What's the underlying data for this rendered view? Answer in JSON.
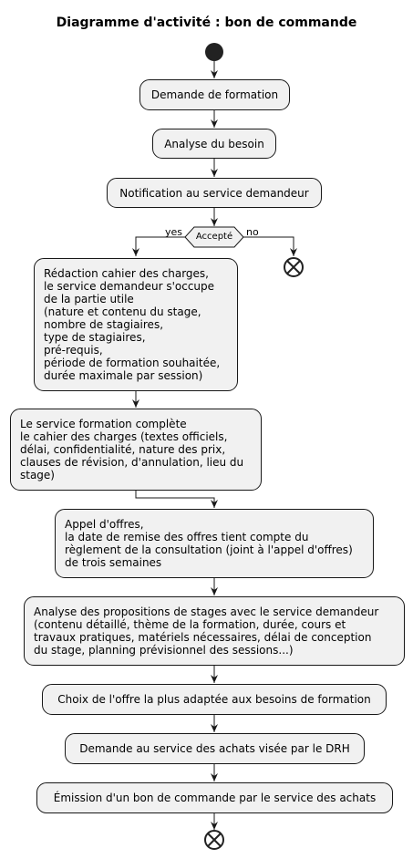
{
  "title": "Diagramme d'activité : bon de commande",
  "nodes": {
    "demande": "Demande de formation",
    "analyse_besoin": "Analyse du besoin",
    "notification": "Notification au service demandeur",
    "redaction": "Rédaction cahier des charges,\nle service demandeur s'occupe\nde la partie utile\n(nature et contenu du stage,\nnombre de stagiaires,\ntype de stagiaires,\npré-requis,\npériode de formation souhaitée,\ndurée maximale par session)",
    "complete": "Le service formation complète\nle cahier des charges (textes officiels,\ndélai, confidentialité, nature des prix,\nclauses de révision, d'annulation, lieu du\nstage)",
    "appel": "Appel d'offres,\nla date de remise des offres tient compte du\nrèglement de la consultation (joint à l'appel d'offres)\nde trois semaines",
    "analyse_propositions": "Analyse des propositions de stages avec le service demandeur\n(contenu détaillé, thème de la formation, durée, cours et\ntravaux pratiques, matériels nécessaires, délai de conception\ndu stage, planning prévisionnel des sessions...)",
    "choix": "Choix de l'offre la plus adaptée aux besoins de formation",
    "demande_achats": "Demande au service des achats visée par le DRH",
    "emission": "Émission d'un bon de commande par le service des achats"
  },
  "decision": {
    "label": "Accepté",
    "yes": "yes",
    "no": "no"
  }
}
